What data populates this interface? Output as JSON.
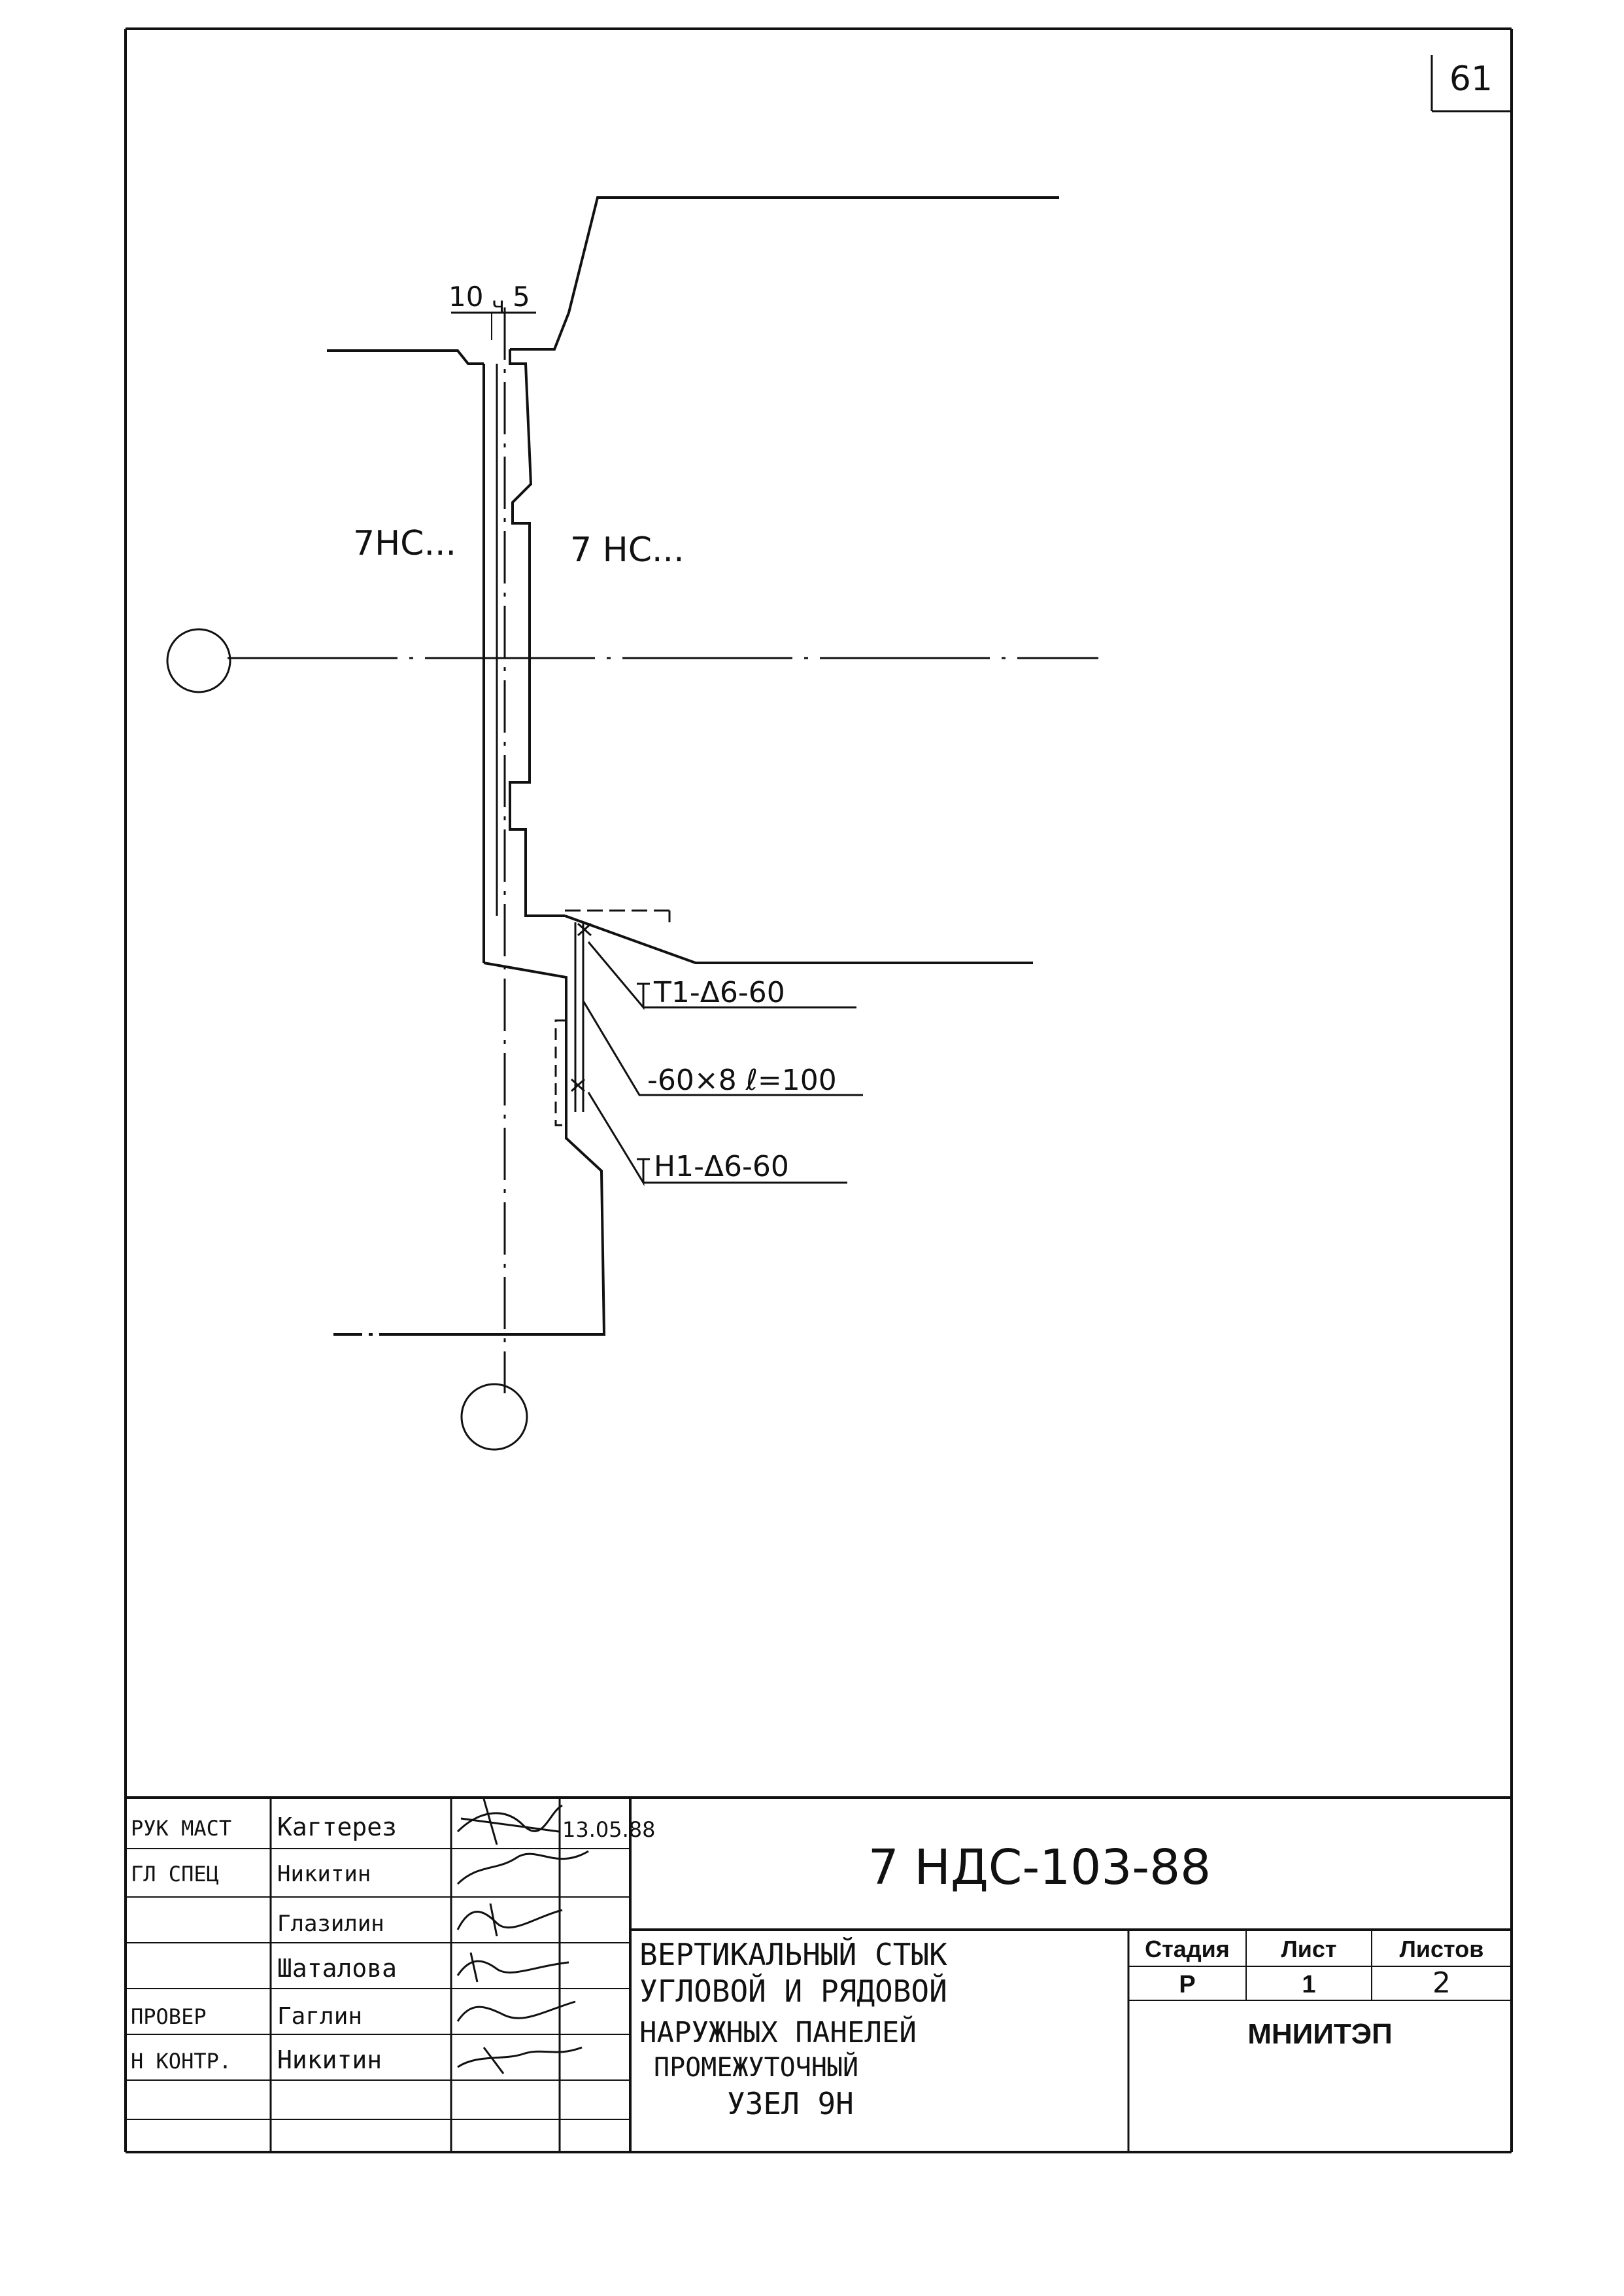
{
  "sheet": {
    "number": "61"
  },
  "drawing": {
    "dims": {
      "left": "10",
      "right": "5",
      "sep": "ч"
    },
    "panels": {
      "left": "7НС...",
      "right": "7 НС..."
    },
    "callouts": [
      {
        "id": "t1",
        "text": "Т1-Δ6-60"
      },
      {
        "id": "plate",
        "text": "-60×8  ℓ=100"
      },
      {
        "id": "n1",
        "text": "Н1-Δ6-60"
      }
    ]
  },
  "title_block": {
    "code": "7 НДС-103-88",
    "title_lines": [
      "ВЕРТИКАЛЬНЫЙ СТЫК",
      "УГЛОВОЙ И РЯДОВОЙ",
      "НАРУЖНЫХ ПАНЕЛЕЙ",
      "ПРОМЕЖУТОЧНЫЙ",
      "УЗЕЛ 9Н"
    ],
    "stage_header": "Стадия",
    "sheet_header": "Лист",
    "sheets_header": "Листов",
    "stage": "Р",
    "sheet": "1",
    "sheets": "2",
    "org": "МНИИТЭП",
    "date": "13.05.88",
    "rows": [
      {
        "role": "РУК МАСТ",
        "name": "Кагтерез"
      },
      {
        "role": "ГЛ СПЕЦ",
        "name": "Никитин"
      },
      {
        "role": "",
        "name": "Глазилин"
      },
      {
        "role": "",
        "name": "Шаталова"
      },
      {
        "role": "ПРОВЕР",
        "name": "Гаглин"
      },
      {
        "role": "Н КОНТР.",
        "name": "Никитин"
      }
    ]
  }
}
